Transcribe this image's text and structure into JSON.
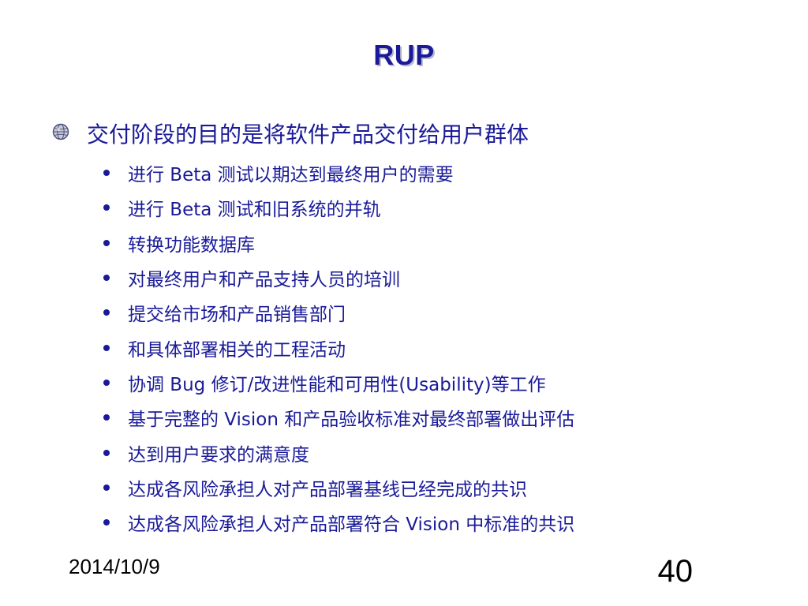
{
  "slide": {
    "title": "RUP",
    "main_point": "交付阶段的目的是将软件产品交付给用户群体",
    "sub_points": [
      "进行 Beta 测试以期达到最终用户的需要",
      "进行 Beta 测试和旧系统的并轨",
      "转换功能数据库",
      "对最终用户和产品支持人员的培训",
      "提交给市场和产品销售部门",
      "和具体部署相关的工程活动",
      "协调 Bug 修订/改进性能和可用性(Usability)等工作",
      "基于完整的 Vision 和产品验收标准对最终部署做出评估",
      "达到用户要求的满意度",
      "达成各风险承担人对产品部署基线已经完成的共识",
      "达成各风险承担人对产品部署符合 Vision 中标准的共识"
    ]
  },
  "footer": {
    "date": "2014/10/9",
    "page_number": "40"
  },
  "colors": {
    "text_primary": "#1a1a99",
    "title_shadow": "#b8b8c8",
    "footer_text": "#000000",
    "background": "#ffffff"
  },
  "icons": {
    "main_bullet": "globe-bullet-icon",
    "sub_bullet": "dot-bullet-icon"
  }
}
